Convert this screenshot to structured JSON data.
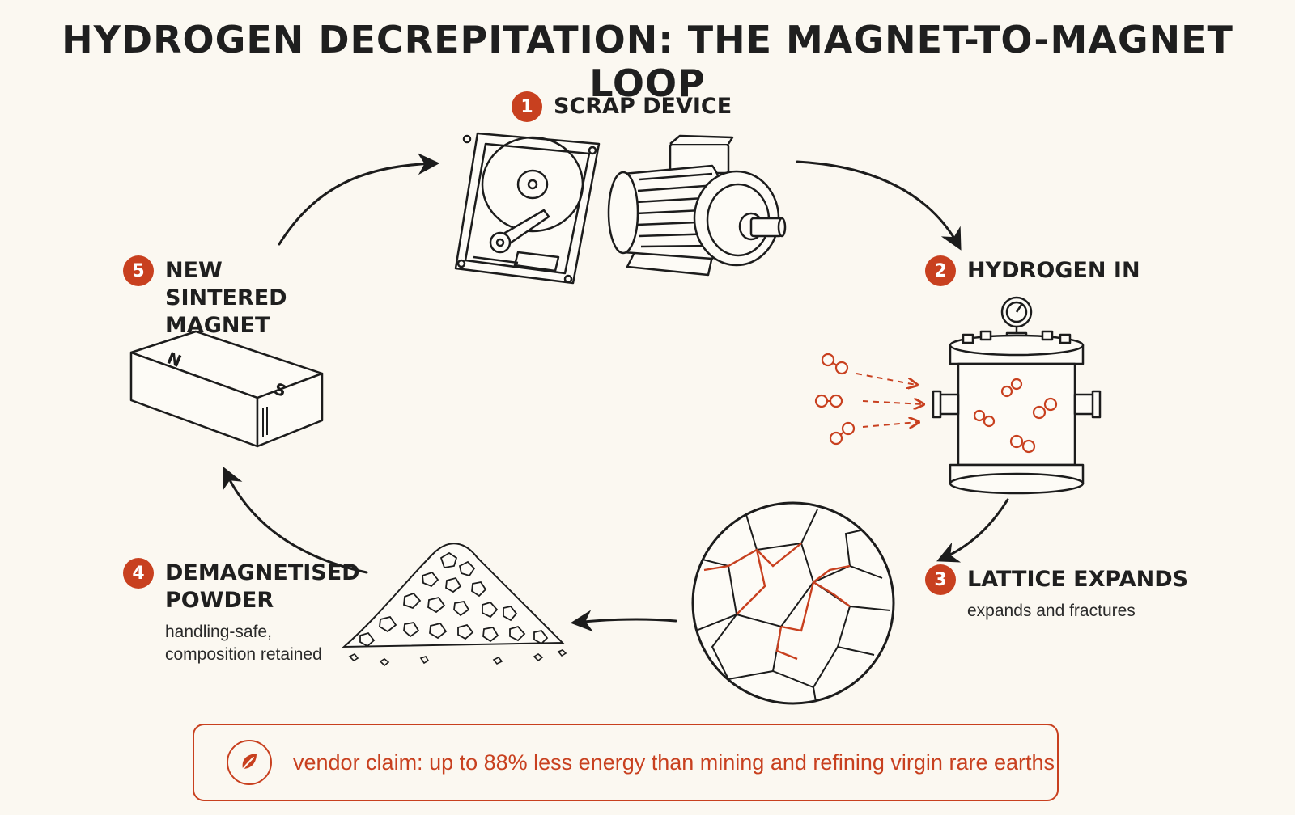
{
  "title": "HYDROGEN DECREPITATION: THE MAGNET-TO-MAGNET LOOP",
  "steps": [
    {
      "number": "1",
      "title": "SCRAP DEVICE",
      "note": ""
    },
    {
      "number": "2",
      "title": "HYDROGEN IN",
      "note": ""
    },
    {
      "number": "3",
      "title": "LATTICE EXPANDS",
      "note": "expands and fractures"
    },
    {
      "number": "4",
      "title": "DEMAGNETISED POWDER",
      "note": "handling-safe, composition retained"
    },
    {
      "number": "5",
      "title": "NEW SINTERED MAGNET",
      "note": ""
    }
  ],
  "magnet": {
    "north": "N",
    "south": "S"
  },
  "claim": {
    "text": "vendor claim: up to 88% less energy than mining and refining virgin rare earths",
    "icon": "leaf-icon"
  },
  "colors": {
    "accent": "#c8401f",
    "ink": "#1f1f1f",
    "background": "#fbf8f1"
  }
}
